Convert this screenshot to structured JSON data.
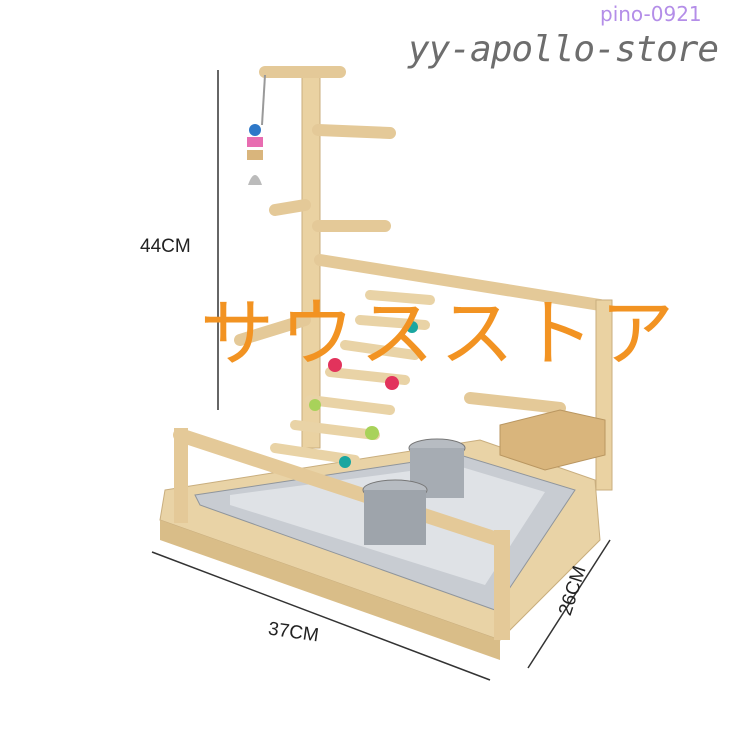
{
  "store_name": "yy-apollo-store",
  "watermark": "pino-0921",
  "overlay_text": "サウスストア",
  "dimensions": {
    "height": "44CM",
    "width": "37CM",
    "depth": "26CM"
  },
  "colors": {
    "wood": "#e9d3a6",
    "tray": "#c8ccd2",
    "overlay": "#f29322"
  }
}
